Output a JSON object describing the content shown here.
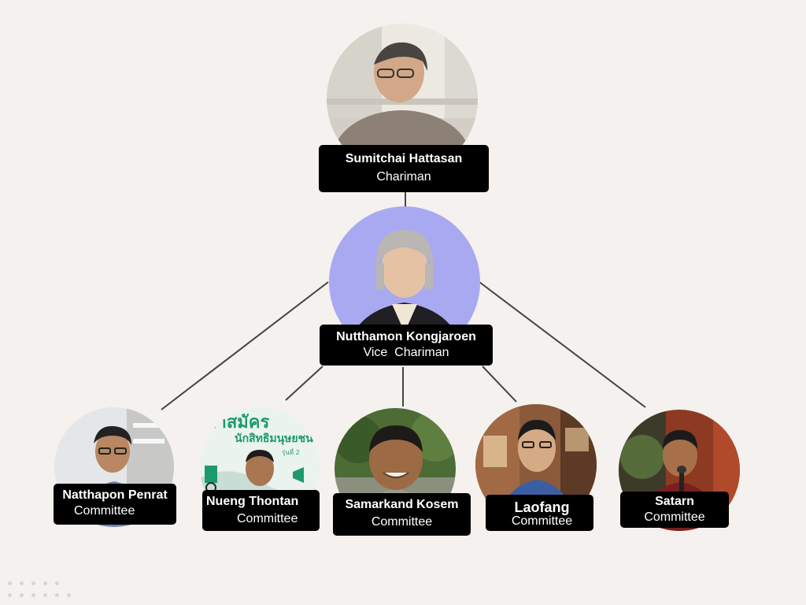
{
  "members": {
    "chairman": {
      "name": "Sumitchai Hattasan",
      "role": "Chariman"
    },
    "vice_chairman": {
      "name": "Nutthamon Kongjaroen",
      "role": "Vice  Chariman"
    },
    "committee": [
      {
        "name": "Natthapon Penrat",
        "role": "Committee"
      },
      {
        "name": "Nueng Thontan",
        "role": "Committee"
      },
      {
        "name": "Samarkand Kosem",
        "role": "Committee"
      },
      {
        "name": "Laofang",
        "role": "Committee"
      },
      {
        "name": "Satarn",
        "role": "Committee"
      }
    ]
  },
  "poster_text": {
    "headline": "ลาสมัคร",
    "subline": "นักสิทธิมนุษยชน",
    "badge": "รุ่นที่ 2"
  },
  "colors": {
    "background": "#f4f1ee",
    "card": "#000000",
    "card_text": "#ffffff",
    "vice_photo_bg": "#a9a9f2",
    "connector": "#444444",
    "poster_green": "#1d9a6c"
  }
}
